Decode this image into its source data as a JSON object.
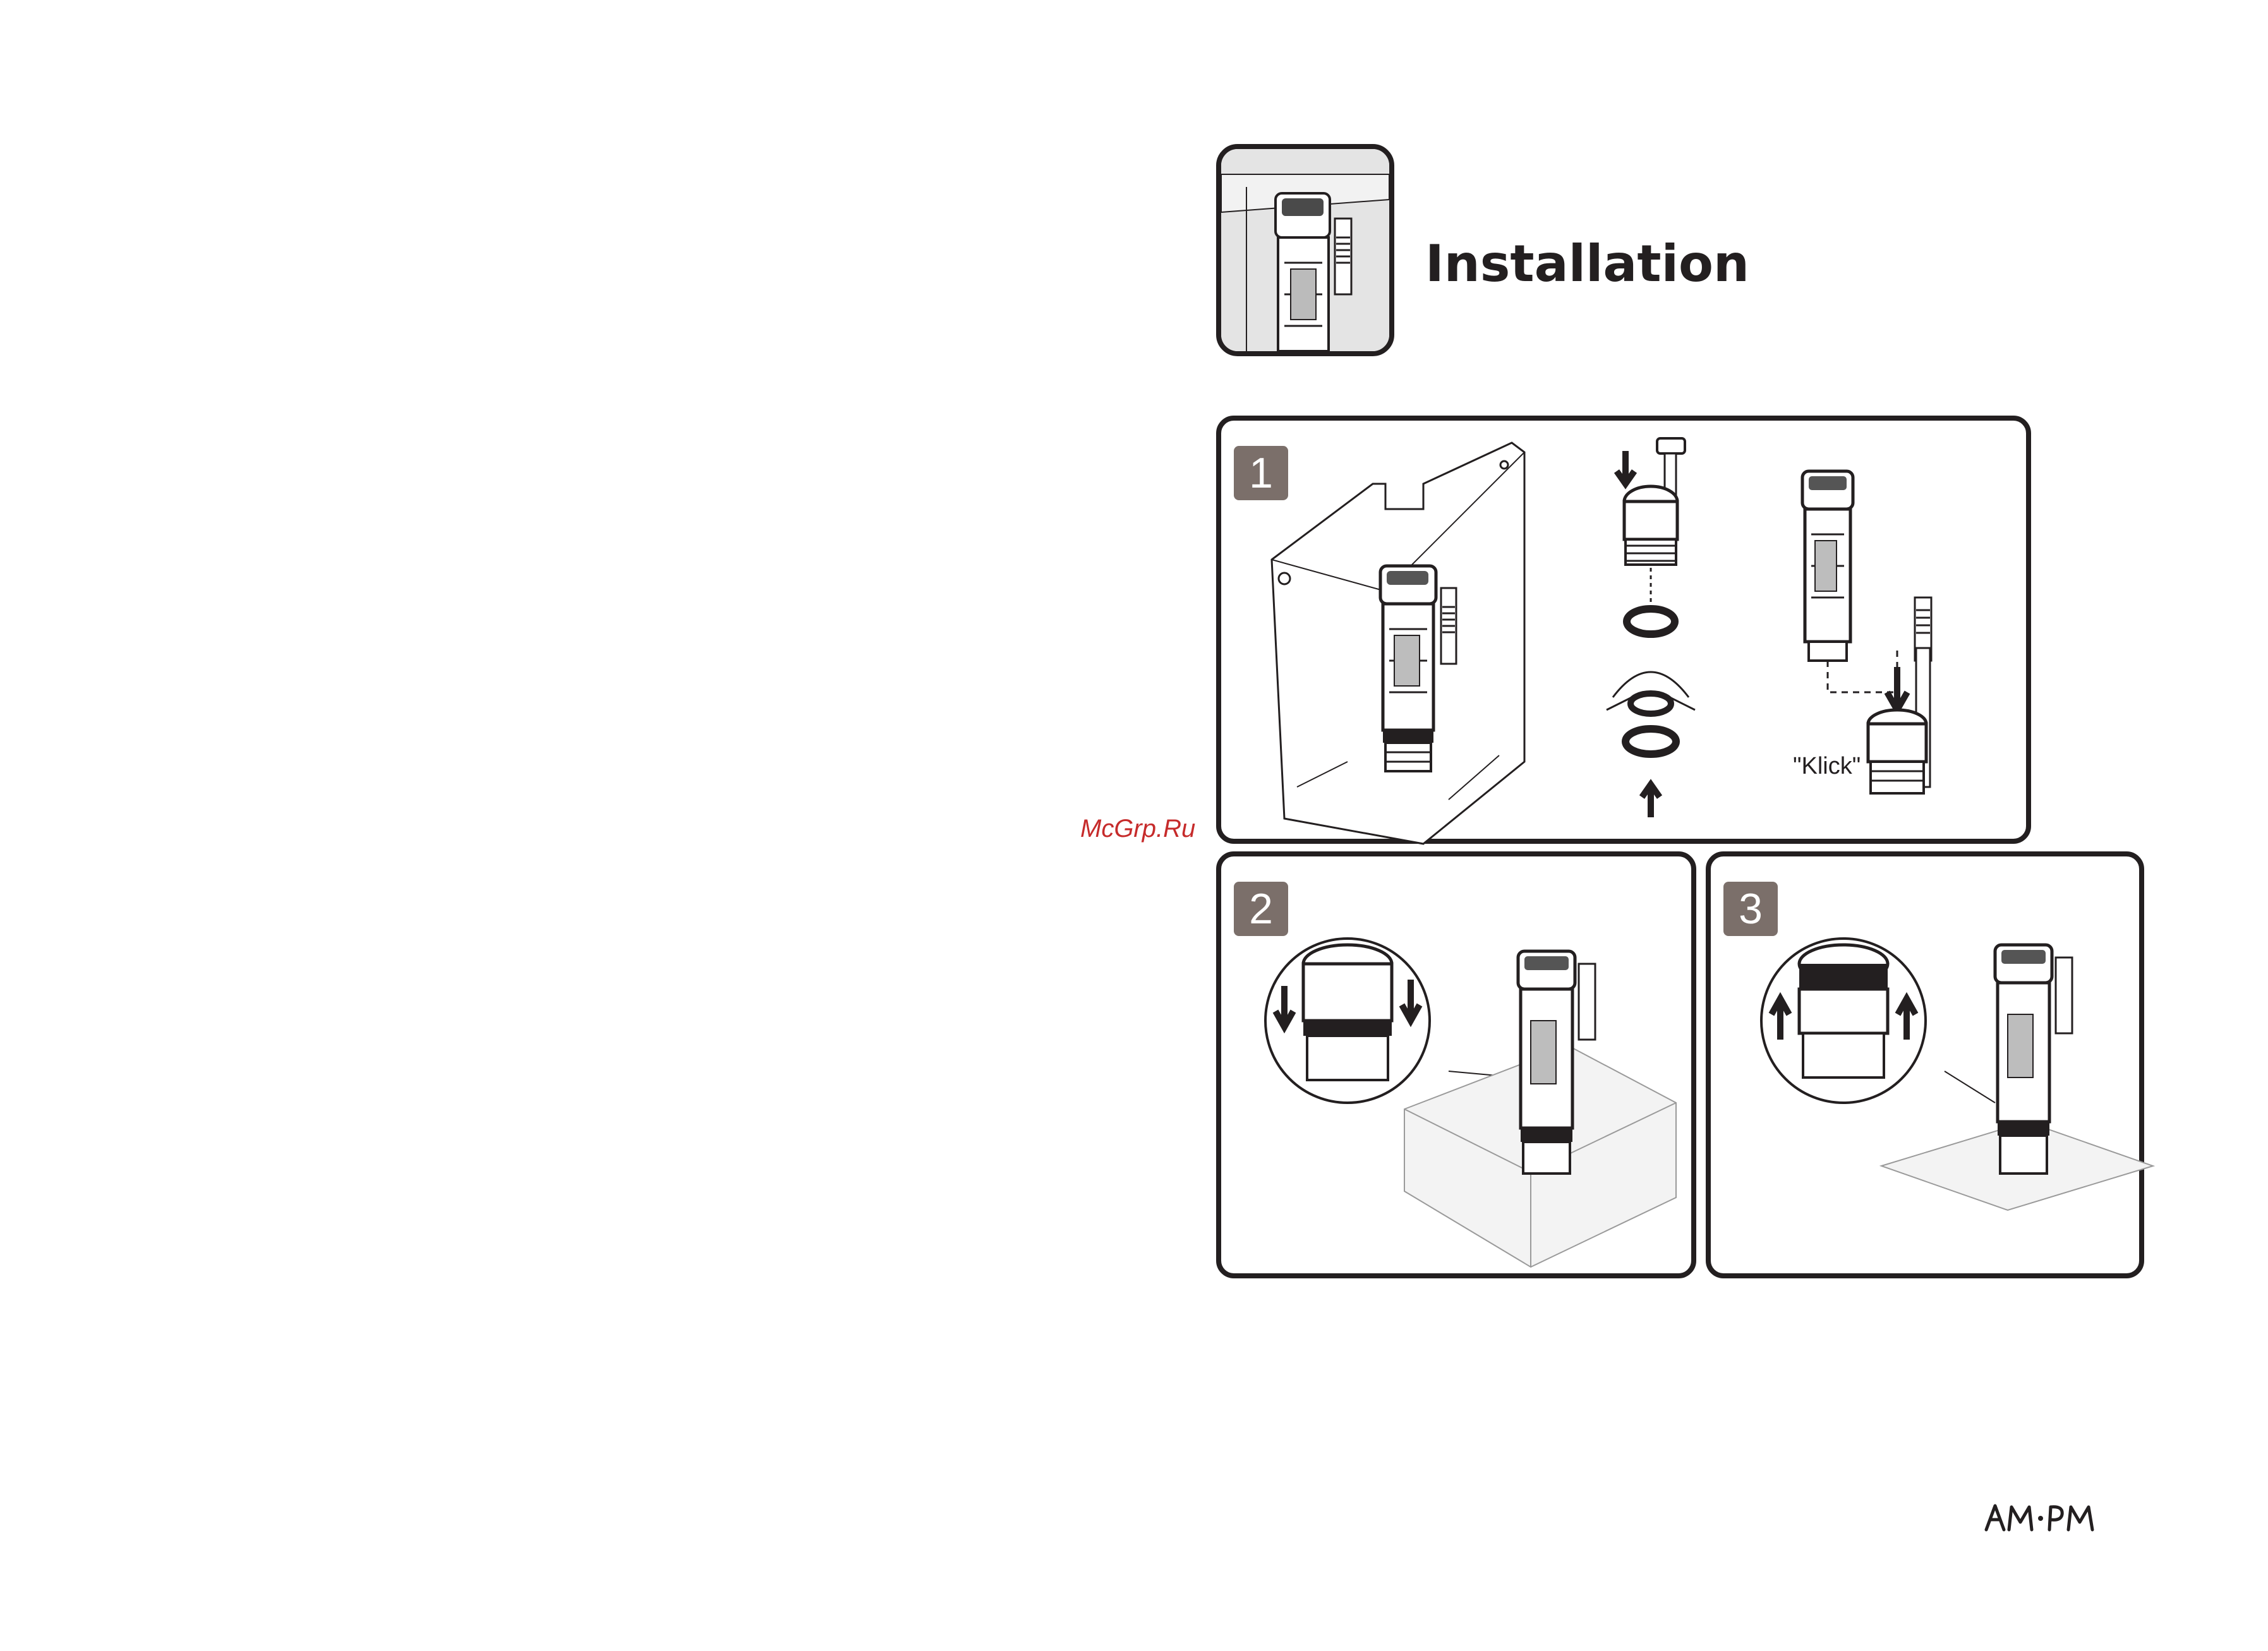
{
  "header": {
    "title": "Installation"
  },
  "steps": [
    {
      "number": "1",
      "caption": "\"Klick\""
    },
    {
      "number": "2"
    },
    {
      "number": "3"
    }
  ],
  "watermark": "McGrp.Ru",
  "brand": {
    "logo_text": "AM·PM"
  },
  "colors": {
    "line": "#231f20",
    "badge": "#7b6f6a",
    "watermark": "#c62b2b",
    "thumb_bg": "#e6e6e6"
  }
}
